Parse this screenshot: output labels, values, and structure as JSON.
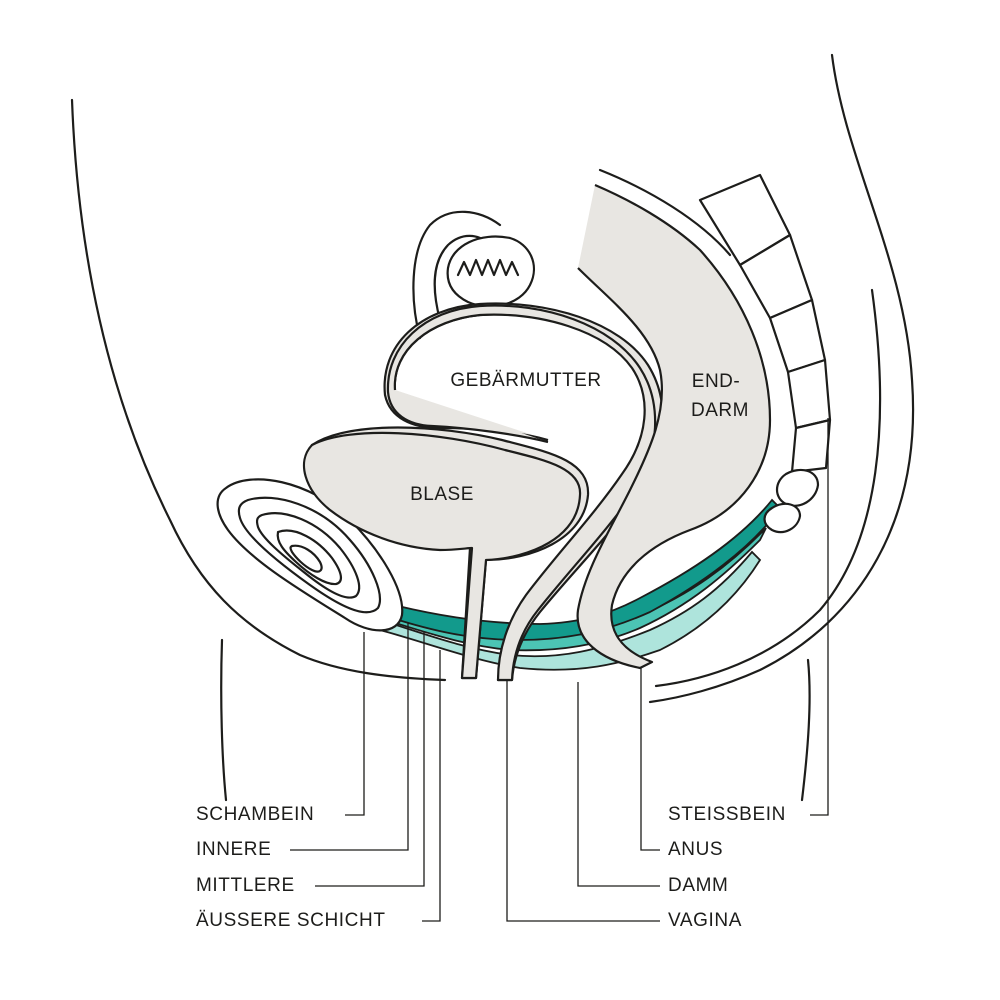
{
  "colors": {
    "organ_fill": "#e8e6e2",
    "muscle_inner": "#129a8c",
    "muscle_middle": "#4cc4b4",
    "muscle_outer": "#aee4dc",
    "line": "#1d1d1b"
  },
  "organs": {
    "uterus": "GEBÄRMUTTER",
    "bladder": "BLASE",
    "rectum_line1": "END-",
    "rectum_line2": "DARM"
  },
  "labels_left": [
    "SCHAMBEIN",
    "INNERE",
    "MITTLERE",
    "ÄUSSERE SCHICHT"
  ],
  "labels_right": [
    "STEISSBEIN",
    "ANUS",
    "DAMM",
    "VAGINA"
  ]
}
